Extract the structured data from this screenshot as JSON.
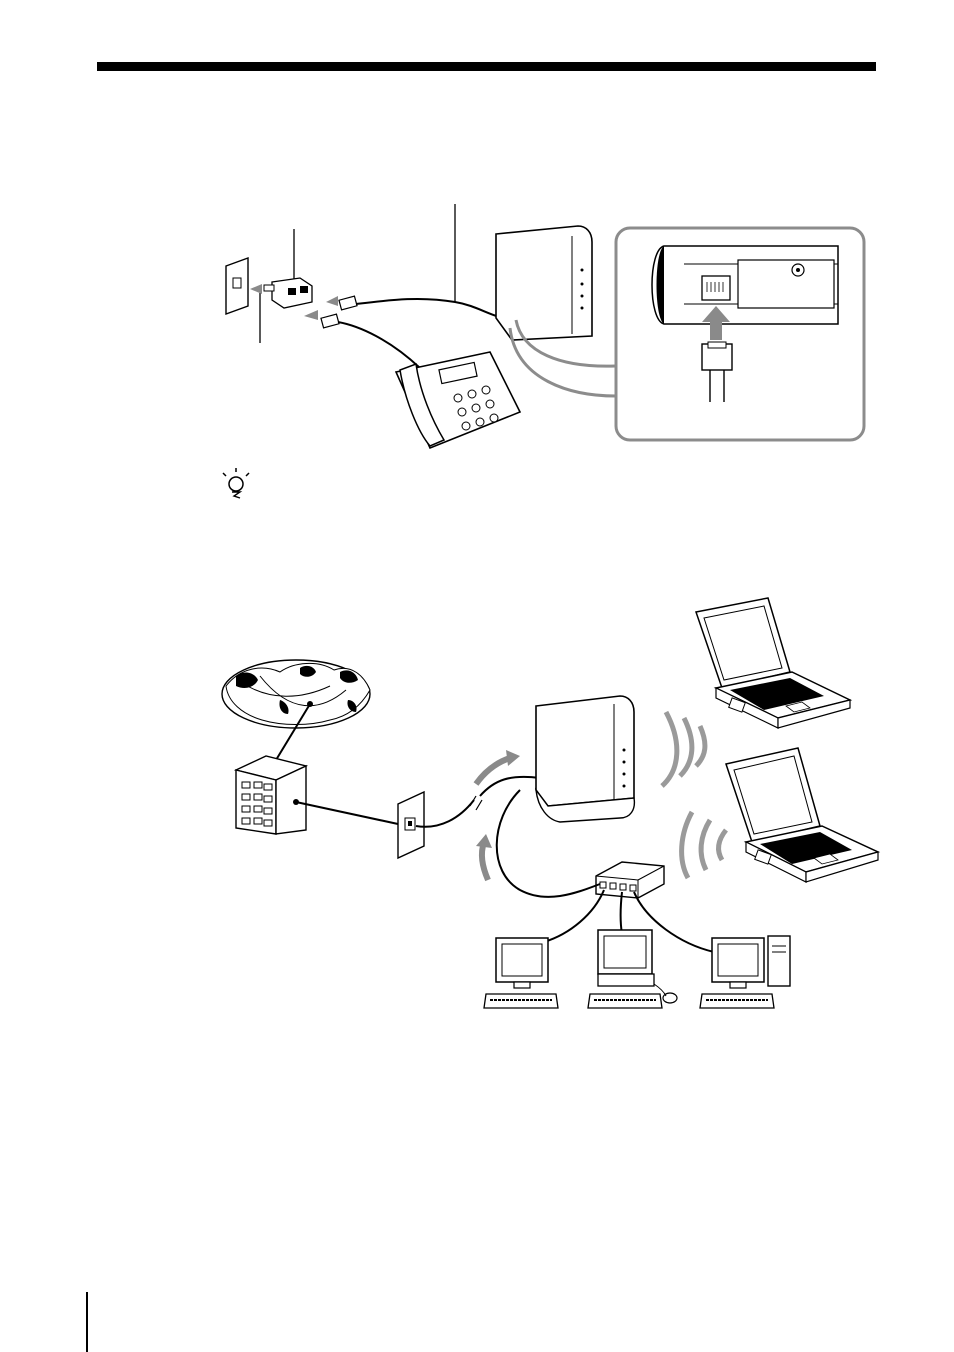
{
  "page": {
    "has_text": false
  },
  "figure_connection": {
    "items": [
      "wall-jack",
      "splitter",
      "phone-cable",
      "telephone",
      "access-point",
      "port-detail-inset",
      "modular-plug"
    ]
  },
  "tip": {
    "icon": "lightbulb-tip-icon"
  },
  "figure_network": {
    "items": [
      "internet-globe",
      "provider-building",
      "wall-jack",
      "access-point",
      "hub",
      "laptop",
      "laptop",
      "desktop-pc",
      "desktop-pc",
      "desktop-pc"
    ]
  },
  "colors": {
    "ink": "#000000",
    "gray_arrow": "#8a8a8a",
    "wave": "#9a9a9a",
    "inset_border": "#8c8c8c"
  }
}
